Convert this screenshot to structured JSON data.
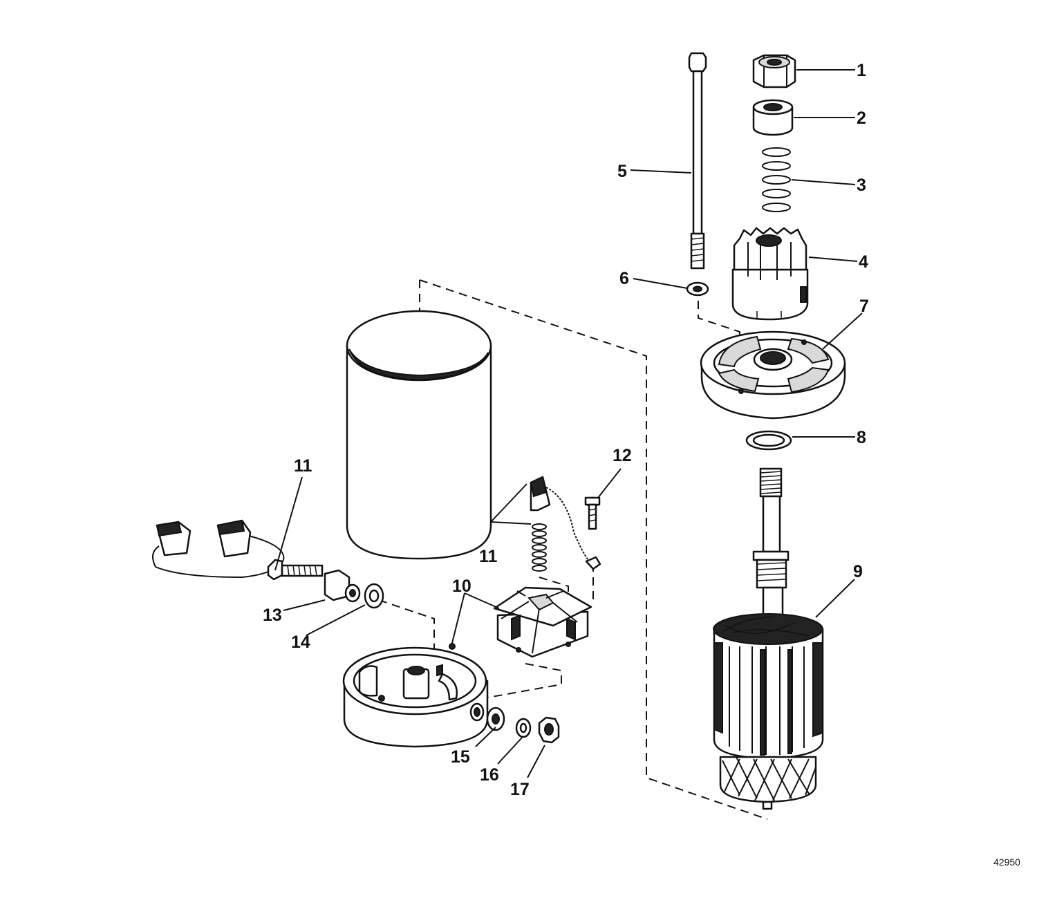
{
  "diagram": {
    "figure_number": "42950",
    "callouts": [
      {
        "id": "c1",
        "label": "1"
      },
      {
        "id": "c2",
        "label": "2"
      },
      {
        "id": "c3",
        "label": "3"
      },
      {
        "id": "c4",
        "label": "4"
      },
      {
        "id": "c5",
        "label": "5"
      },
      {
        "id": "c6",
        "label": "6"
      },
      {
        "id": "c7",
        "label": "7"
      },
      {
        "id": "c8",
        "label": "8"
      },
      {
        "id": "c9",
        "label": "9"
      },
      {
        "id": "c10",
        "label": "10"
      },
      {
        "id": "c11a",
        "label": "11"
      },
      {
        "id": "c11b",
        "label": "11"
      },
      {
        "id": "c12",
        "label": "12"
      },
      {
        "id": "c13",
        "label": "13"
      },
      {
        "id": "c14",
        "label": "14"
      },
      {
        "id": "c15",
        "label": "15"
      },
      {
        "id": "c16",
        "label": "16"
      },
      {
        "id": "c17",
        "label": "17"
      }
    ]
  }
}
